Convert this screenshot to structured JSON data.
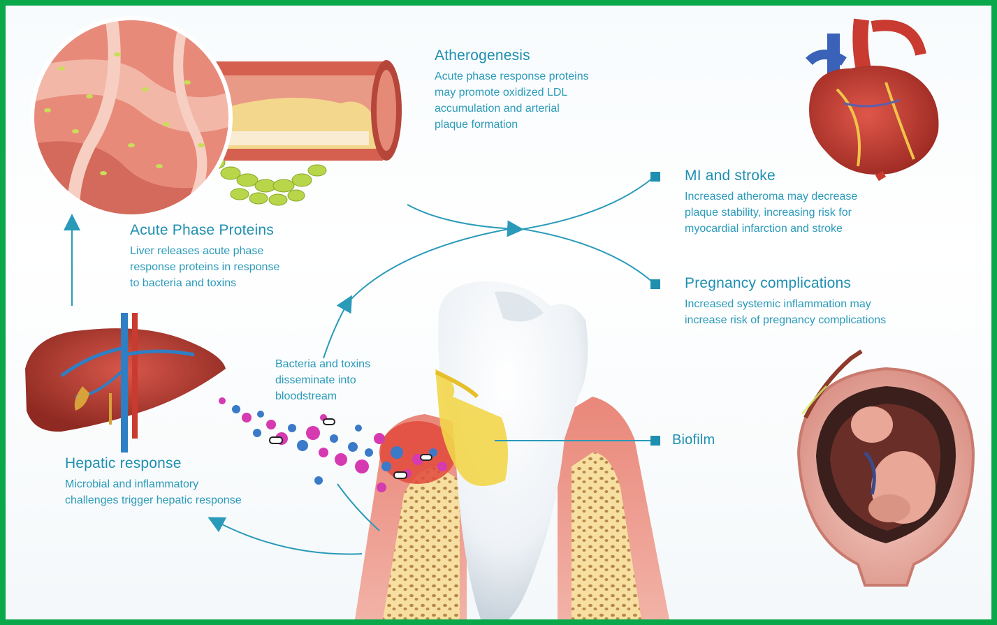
{
  "atherogenesis": {
    "title": "Atherogenesis",
    "lines": [
      "Acute phase response proteins",
      "may promote oxidized LDL",
      "accumulation and arterial",
      "plaque formation"
    ]
  },
  "mi_stroke": {
    "title": "MI and stroke",
    "lines": [
      "Increased atheroma may decrease",
      "plaque stability, increasing risk for",
      "myocardial infarction and stroke"
    ]
  },
  "acute_phase": {
    "title": "Acute Phase Proteins",
    "lines": [
      "Liver releases acute phase",
      "response proteins in response",
      "to bacteria and toxins"
    ]
  },
  "pregnancy": {
    "title": "Pregnancy complications",
    "lines": [
      "Increased systemic inflammation may",
      "increase risk of pregnancy complications"
    ]
  },
  "bacteria": {
    "lines": [
      "Bacteria and toxins",
      "disseminate into",
      "bloodstream"
    ]
  },
  "biofilm": {
    "label": "Biofilm"
  },
  "hepatic": {
    "title": "Hepatic response",
    "lines": [
      "Microbial and inflammatory",
      "challenges trigger hepatic response"
    ]
  },
  "colors": {
    "text": "#1f8fb0",
    "border": "#0aa84a",
    "arrow": "#2a9ab9"
  }
}
